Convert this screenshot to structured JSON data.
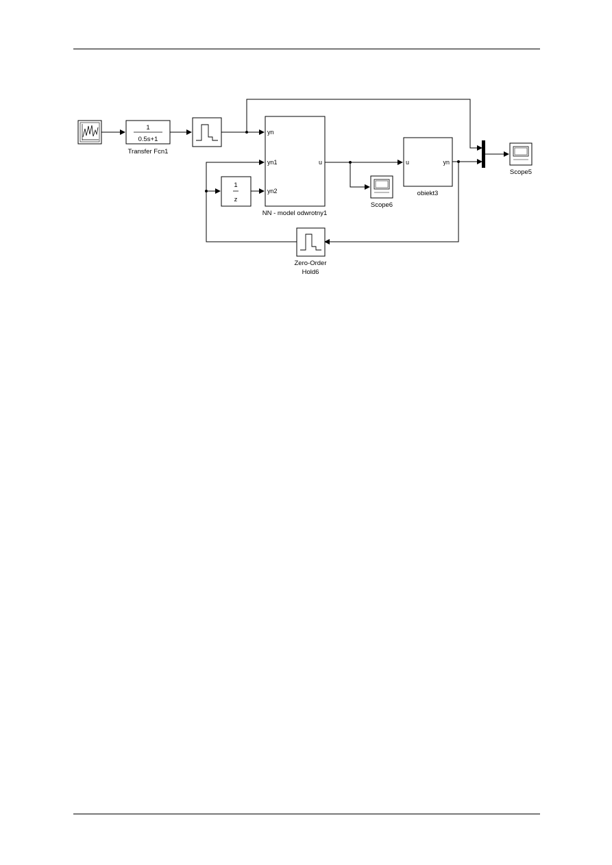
{
  "blocks": {
    "random_source": {
      "icon": "random-signal-icon"
    },
    "transfer_fcn": {
      "numerator": "1",
      "denominator": "0.5s+1",
      "label": "Transfer Fcn1"
    },
    "zoh_top": {
      "icon": "zero-order-hold-icon"
    },
    "nn_model": {
      "label": "NN - model odwrotny1",
      "in1": "yn",
      "in2": "yn1",
      "in3": "yn2",
      "out1": "u"
    },
    "unit_delay": {
      "numerator": "1",
      "denominator": "z"
    },
    "scope6": {
      "label": "Scope6",
      "icon": "scope-icon"
    },
    "obiekt": {
      "label": "obiekt3",
      "in1": "u",
      "out1": "yn"
    },
    "mux": {
      "icon": "mux-bar-icon"
    },
    "scope5": {
      "label": "Scope5",
      "icon": "scope-icon"
    },
    "zoh_bottom": {
      "label_line1": "Zero-Order",
      "label_line2": "Hold6",
      "icon": "zero-order-hold-icon"
    }
  }
}
